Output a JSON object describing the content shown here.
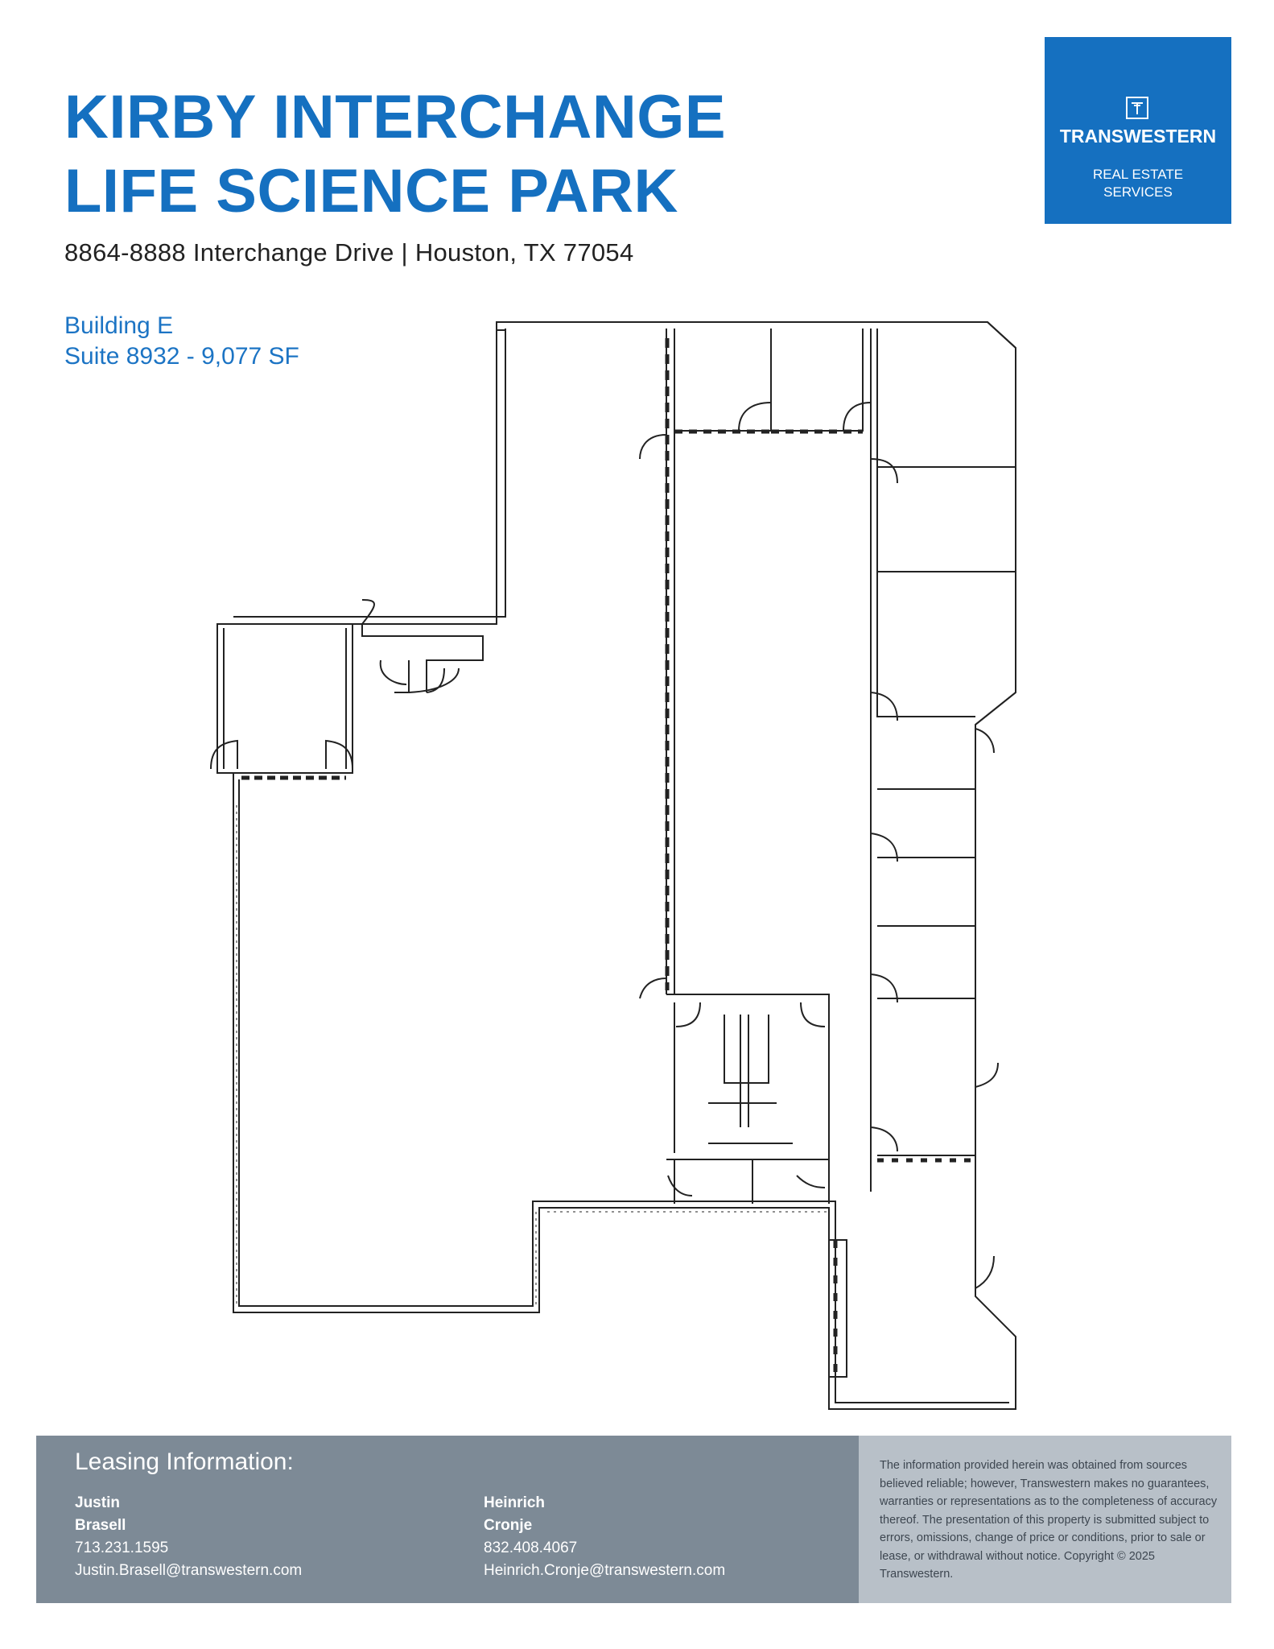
{
  "header": {
    "title_line1": "KIRBY INTERCHANGE",
    "title_line2": "LIFE SCIENCE PARK",
    "address": "8864-8888 Interchange Drive | Houston, TX 77054",
    "building": "Building E",
    "suite": "Suite 8932 - 9,077 SF"
  },
  "logo": {
    "name": "TRANSWESTERN",
    "sub_line1": "REAL ESTATE",
    "sub_line2": "SERVICES",
    "icon": "building-t-icon"
  },
  "floorplan": {
    "icon": "floor-plan-drawing"
  },
  "leasing": {
    "heading": "Leasing Information:",
    "agents": [
      {
        "first": "Justin",
        "last": "Brasell",
        "phone": "713.231.1595",
        "email": "Justin.Brasell@transwestern.com"
      },
      {
        "first": "Heinrich",
        "last": "Cronje",
        "phone": "832.408.4067",
        "email": "Heinrich.Cronje@transwestern.com"
      }
    ]
  },
  "disclaimer": "The information provided herein was obtained from sources believed reliable; however, Transwestern makes no guarantees, warranties or representations as to the completeness of accuracy thereof. The presentation of this property is submitted subject to errors, omissions, change of price or conditions, prior to sale or lease, or withdrawal without notice. Copyright © 2025 Transwestern.",
  "colors": {
    "brand_blue": "#1570c0",
    "footer_dark": "#7d8a96",
    "footer_light": "#b8c0c8"
  }
}
